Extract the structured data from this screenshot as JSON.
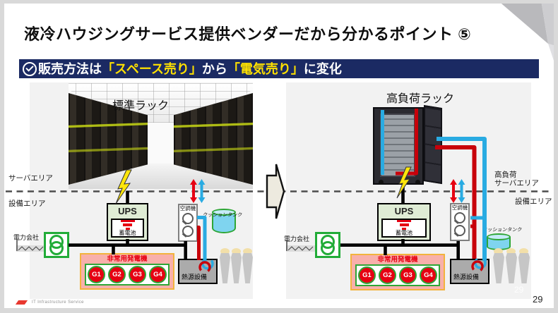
{
  "slide": {
    "title": "液冷ハウジングサービス提供ベンダーだから分かるポイント ⑤",
    "page_number": "29",
    "page_number_watermark": "29",
    "footer_logo_text": "IT Infrastructure Service",
    "banner": {
      "prefix": "販売方法は",
      "highlight_1": "「スペース売り」",
      "connector": "から",
      "highlight_2": "「電気売り」",
      "suffix": "に変化"
    }
  },
  "left_diagram": {
    "rack_label": "標準ラック",
    "server_area": "サーバエリア",
    "facility_area": "設備エリア",
    "power_company": "電力会社",
    "ups": "UPS",
    "battery": "蓄電池",
    "air_conditioner": "空調機",
    "cushion_tank": "クッションタンク",
    "generator_title": "非常用発電機",
    "generators": [
      "G1",
      "G2",
      "G3",
      "G4"
    ],
    "heat_source": "熱源設備"
  },
  "right_diagram": {
    "rack_label": "高負荷ラック",
    "server_area_line1": "高負荷",
    "server_area_line2": "サーバエリア",
    "facility_area": "設備エリア",
    "power_company": "電力会社",
    "ups": "UPS",
    "battery": "蓄電池",
    "air_conditioner": "空調機",
    "cushion_tank": "クッションタンク",
    "generator_title": "非常用発電機",
    "generators": [
      "G1",
      "G2",
      "G3",
      "G4"
    ],
    "heat_source": "熱源設備"
  },
  "colors": {
    "banner_bg": "#1B2A63",
    "banner_highlight": "#FFE100",
    "hot_pipe_red": "#C8000A",
    "cold_pipe_blue": "#29ABE2",
    "generator_red": "#E60012",
    "transformer_green": "#22AC38"
  }
}
